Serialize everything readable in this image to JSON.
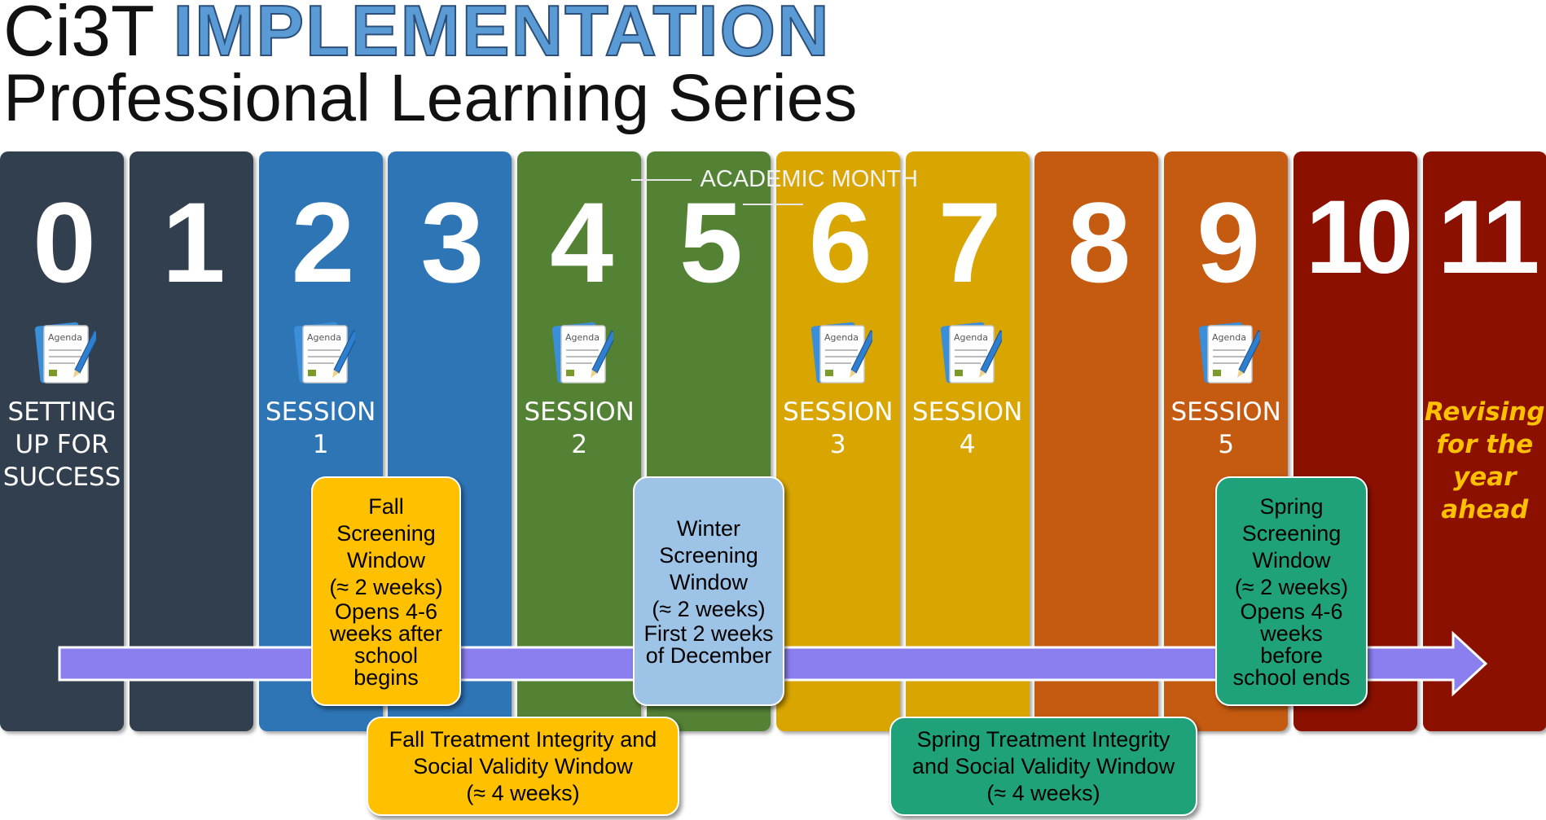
{
  "title": {
    "line1_prefix": "Ci3T",
    "line1_highlight": "IMPLEMENTATION",
    "line2": "Professional Learning Series"
  },
  "academic_month_label": "ACADEMIC MONTH",
  "months": [
    {
      "number": "0",
      "color": "#323f4f",
      "agenda": true,
      "label": "SETTING\nUP FOR\nSUCCESS"
    },
    {
      "number": "1",
      "color": "#323f4f",
      "agenda": false,
      "label": ""
    },
    {
      "number": "2",
      "color": "#2e75b6",
      "agenda": true,
      "label": "SESSION\n1"
    },
    {
      "number": "3",
      "color": "#2e75b6",
      "agenda": false,
      "label": ""
    },
    {
      "number": "4",
      "color": "#548235",
      "agenda": true,
      "label": "SESSION\n2"
    },
    {
      "number": "5",
      "color": "#548235",
      "agenda": false,
      "label": ""
    },
    {
      "number": "6",
      "color": "#d9a500",
      "agenda": true,
      "label": "SESSION\n3"
    },
    {
      "number": "7",
      "color": "#d9a500",
      "agenda": true,
      "label": "SESSION\n4"
    },
    {
      "number": "8",
      "color": "#c55a11",
      "agenda": false,
      "label": ""
    },
    {
      "number": "9",
      "color": "#c55a11",
      "agenda": true,
      "label": "SESSION\n5"
    },
    {
      "number": "10",
      "color": "#8b1000",
      "agenda": false,
      "label": ""
    },
    {
      "number": "11",
      "color": "#8b1000",
      "agenda": false,
      "label": "Revising\nfor the\nyear\nahead"
    }
  ],
  "agenda_icon_text": "Agenda",
  "timeline_arrow_color": "#8b7fef",
  "screening_windows": {
    "fall": {
      "lines_a": "Fall\nScreening\nWindow\n(≈ 2 weeks)",
      "lines_b": "Opens 4-6\nweeks after\nschool\nbegins",
      "color": "#ffc000"
    },
    "winter": {
      "lines_a": "Winter\nScreening\nWindow\n(≈ 2 weeks)",
      "lines_b": "First 2 weeks\nof December",
      "color": "#9dc3e6"
    },
    "spring": {
      "lines_a": "Spring\nScreening\nWindow\n(≈ 2 weeks)",
      "lines_b": "Opens 4-6\nweeks\nbefore\nschool ends",
      "color": "#1fa27a"
    }
  },
  "treatment_windows": {
    "fall": {
      "text": "Fall Treatment Integrity and\nSocial Validity Window\n(≈ 4 weeks)",
      "color": "#ffc000"
    },
    "spring": {
      "text": "Spring Treatment Integrity\nand Social Validity Window\n(≈ 4 weeks)",
      "color": "#1fa27a"
    }
  }
}
